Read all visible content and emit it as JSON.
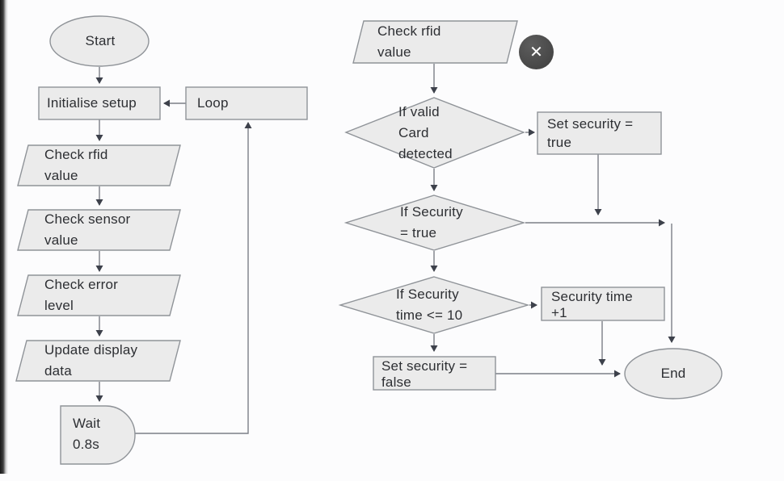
{
  "colors": {
    "background": "#fcfcfd",
    "shape_fill": "#ebebeb",
    "shape_border": "#8f9398",
    "connector": "#7b7f86",
    "arrowhead": "#3d414b",
    "text": "#2d2f33",
    "close_badge_bg": "#474747",
    "close_badge_fg": "#ffffff",
    "left_edge_strip": "#181818"
  },
  "close_button": {
    "glyph": "✕"
  },
  "nodes": {
    "start": {
      "type": "terminator",
      "lines": [
        "Start"
      ]
    },
    "initialise_setup": {
      "type": "process",
      "lines": [
        "Initialise setup"
      ]
    },
    "loop": {
      "type": "process",
      "lines": [
        "Loop"
      ]
    },
    "check_rfid_left": {
      "type": "io",
      "lines": [
        "Check rfid",
        "value"
      ]
    },
    "check_sensor": {
      "type": "io",
      "lines": [
        "Check sensor",
        "value"
      ]
    },
    "check_error": {
      "type": "io",
      "lines": [
        "Check error",
        "level"
      ]
    },
    "update_display": {
      "type": "io",
      "lines": [
        "Update display",
        "data"
      ]
    },
    "wait": {
      "type": "delay",
      "lines": [
        "Wait",
        "0.8s"
      ]
    },
    "check_rfid_right": {
      "type": "io",
      "lines": [
        "Check rfid",
        "value"
      ]
    },
    "if_valid_card": {
      "type": "decision",
      "lines": [
        "If valid",
        "Card",
        "detected"
      ]
    },
    "set_security_true": {
      "type": "process",
      "lines": [
        "Set security =",
        "true"
      ]
    },
    "if_security_true": {
      "type": "decision",
      "lines": [
        "If Security",
        "= true"
      ]
    },
    "if_security_time": {
      "type": "decision",
      "lines": [
        "If Security",
        "time <= 10"
      ]
    },
    "security_time_plus": {
      "type": "process",
      "lines": [
        "Security time",
        "+1"
      ]
    },
    "set_security_false": {
      "type": "process",
      "lines": [
        "Set security =",
        "false"
      ]
    },
    "end": {
      "type": "terminator",
      "lines": [
        "End"
      ]
    }
  }
}
